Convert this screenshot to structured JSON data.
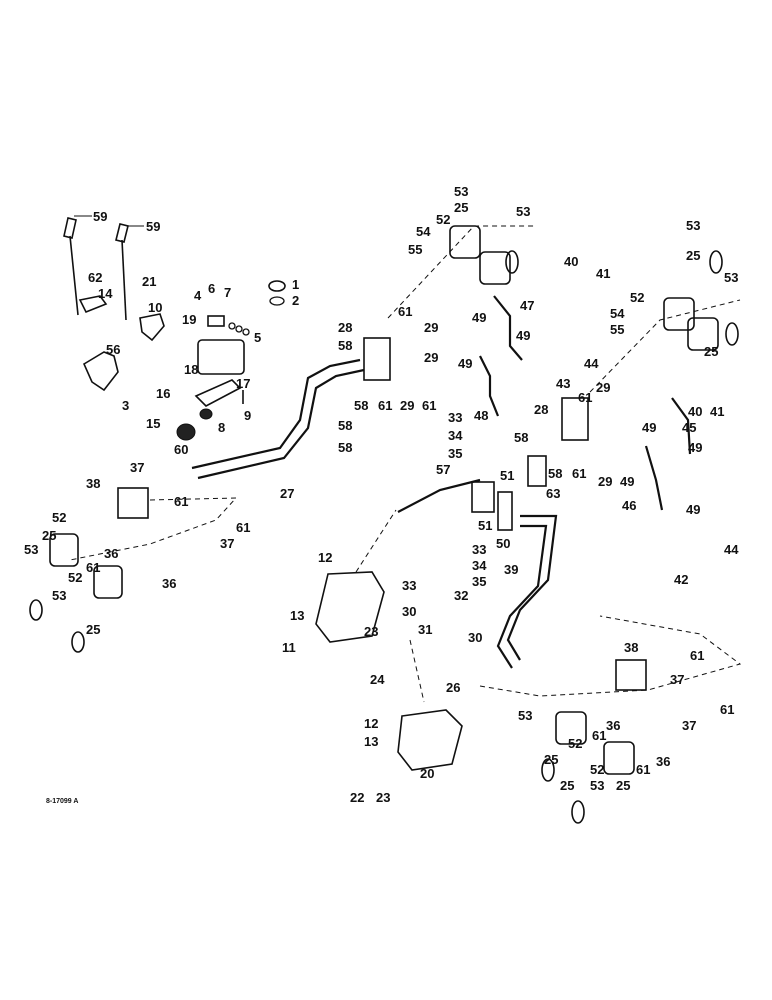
{
  "diagram": {
    "drawing_id": "8-17099 A",
    "callouts": [
      "59",
      "62",
      "14",
      "59",
      "21",
      "1",
      "2",
      "10",
      "56",
      "3",
      "4",
      "6",
      "7",
      "5",
      "19",
      "18",
      "16",
      "17",
      "15",
      "8",
      "9",
      "60",
      "28",
      "58",
      "61",
      "29",
      "58",
      "61",
      "29",
      "58",
      "58",
      "53",
      "25",
      "52",
      "54",
      "55",
      "53",
      "61",
      "29",
      "47",
      "49",
      "48",
      "49",
      "49",
      "40",
      "41",
      "44",
      "43",
      "28",
      "29",
      "61",
      "58",
      "53",
      "25",
      "52",
      "54",
      "55",
      "53",
      "25",
      "40",
      "41",
      "45",
      "49",
      "49",
      "49",
      "29",
      "61",
      "58",
      "46",
      "49",
      "44",
      "42",
      "33",
      "34",
      "35",
      "57",
      "51",
      "51",
      "50",
      "63",
      "39",
      "27",
      "38",
      "37",
      "61",
      "61",
      "37",
      "52",
      "25",
      "53",
      "36",
      "61",
      "36",
      "52",
      "25",
      "53",
      "12",
      "13",
      "11",
      "23",
      "33",
      "33",
      "34",
      "35",
      "30",
      "32",
      "31",
      "30",
      "24",
      "26",
      "12",
      "13",
      "20",
      "22",
      "23",
      "38",
      "61",
      "37",
      "37",
      "61",
      "53",
      "52",
      "61",
      "36",
      "25",
      "52",
      "53",
      "25",
      "61",
      "36",
      "25"
    ]
  }
}
